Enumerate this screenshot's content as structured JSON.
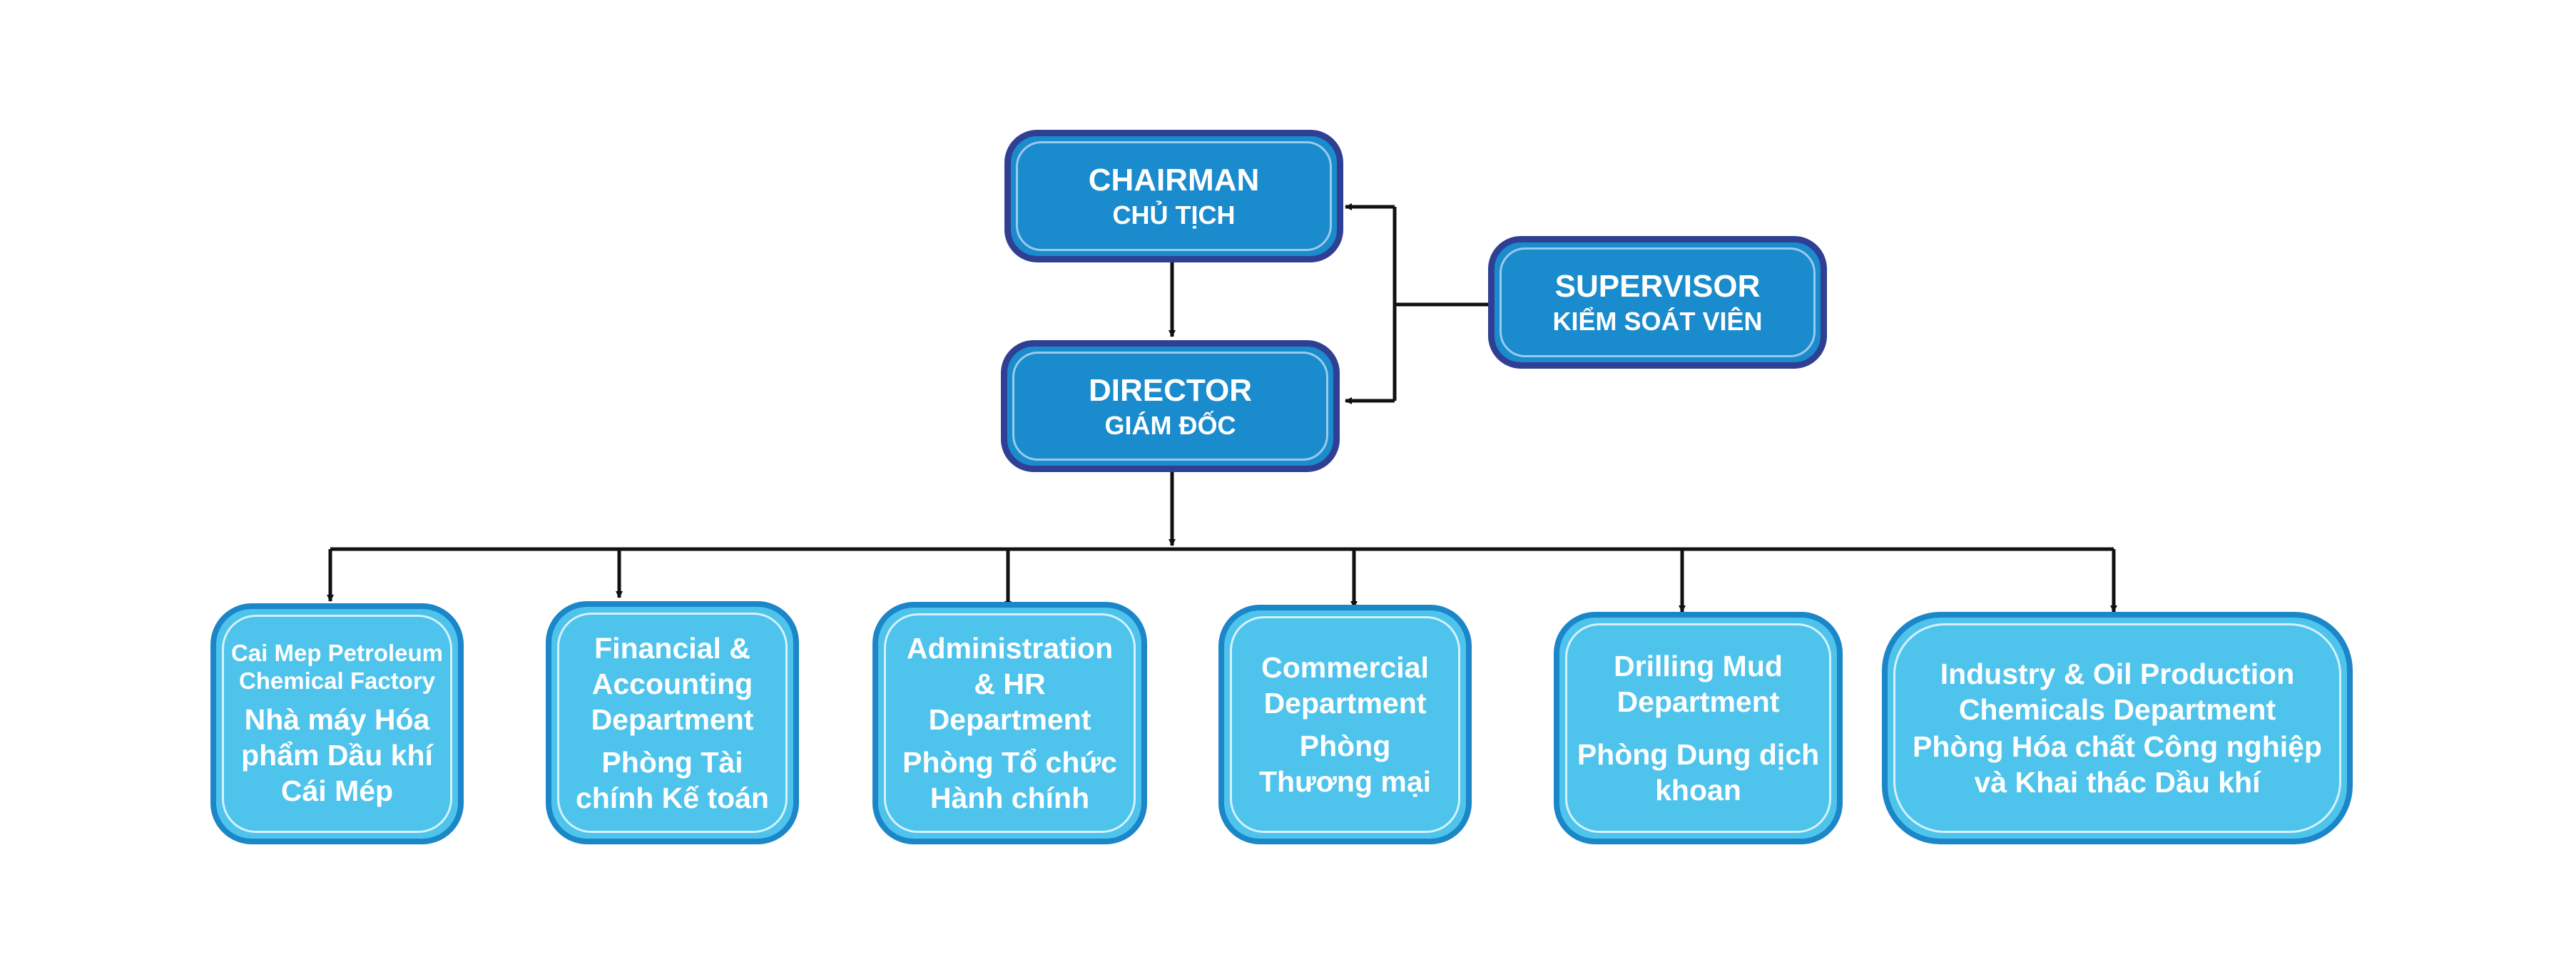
{
  "colors": {
    "top_fill": "#1a8bcc",
    "top_border": "#2f3f93",
    "dept_fill": "#4ec3ec",
    "dept_border": "#1b86c8",
    "connector": "#111111",
    "text": "#ffffff"
  },
  "chairman": {
    "title": "CHAIRMAN",
    "subtitle": "CHỦ TỊCH"
  },
  "director": {
    "title": "DIRECTOR",
    "subtitle": "GIÁM ĐỐC"
  },
  "supervisor": {
    "title": "SUPERVISOR",
    "subtitle": "KIỂM SOÁT VIÊN"
  },
  "departments": [
    {
      "en": "Cai Mep Petroleum Chemical Factory",
      "vi": "Nhà máy Hóa phẩm Dầu khí Cái Mép"
    },
    {
      "en": "Financial & Accounting Department",
      "vi": "Phòng Tài chính Kế toán"
    },
    {
      "en": "Administration & HR Department",
      "vi": "Phòng Tổ chức Hành chính"
    },
    {
      "en": "Commercial Department",
      "vi": "Phòng Thương mại"
    },
    {
      "en": "Drilling Mud Department",
      "vi": "Phòng Dung dịch khoan"
    },
    {
      "en": "Industry & Oil Production Chemicals Department",
      "vi": "Phòng Hóa chất Công nghiệp và Khai thác Dầu khí"
    }
  ]
}
